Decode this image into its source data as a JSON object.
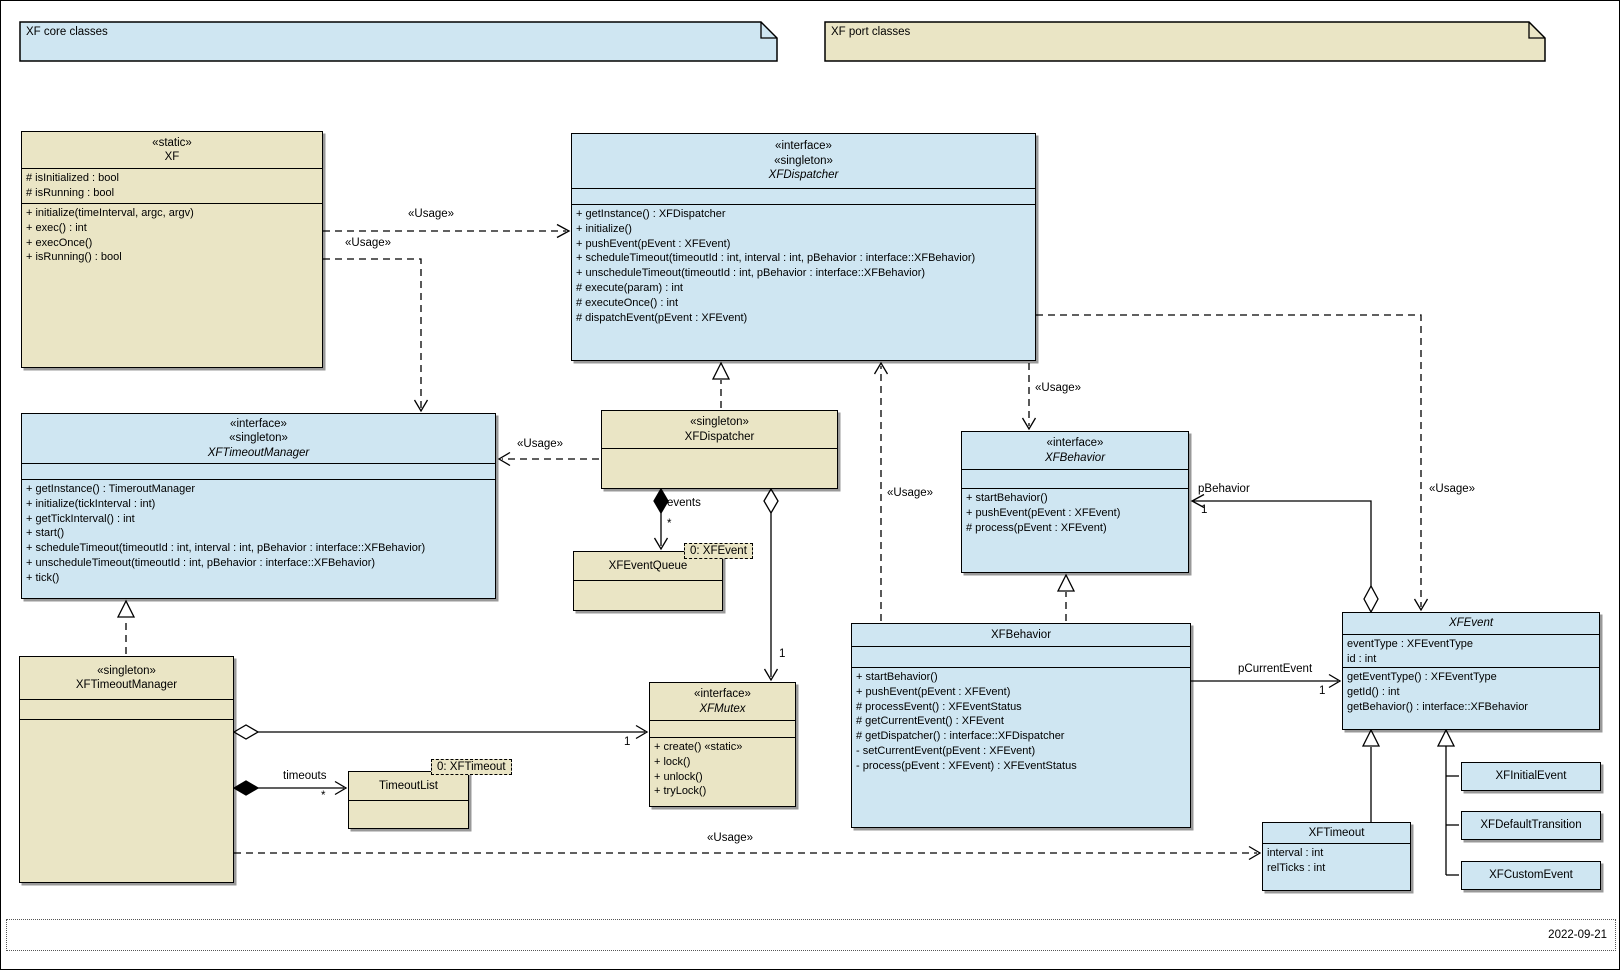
{
  "notes": {
    "core": "XF core classes",
    "port": "XF port classes"
  },
  "mini_notes": {
    "event_note": "0: XFEvent",
    "timeout_note": "0: XFTimeout"
  },
  "classes": {
    "xf": {
      "stereotypes": [
        "«static»"
      ],
      "name": "XF",
      "attributes": [
        "# isInitialized : bool",
        "# isRunning : bool"
      ],
      "methods": [
        "+ initialize(timeInterval, argc, argv)",
        "+ exec() : int",
        "+ execOnce()",
        "+ isRunning() : bool"
      ]
    },
    "xf_dispatcher_if": {
      "stereotypes": [
        "«interface»",
        "«singleton»"
      ],
      "name": "XFDispatcher",
      "attributes": [],
      "methods": [
        "+ getInstance() : XFDispatcher",
        "+ initialize()",
        "+ pushEvent(pEvent : XFEvent)",
        "+ scheduleTimeout(timeoutId : int, interval : int, pBehavior : interface::XFBehavior)",
        "+ unscheduleTimeout(timeoutId : int, pBehavior : interface::XFBehavior)",
        "# execute(param) : int",
        "# executeOnce() : int",
        "# dispatchEvent(pEvent : XFEvent)"
      ]
    },
    "xf_timeout_manager_if": {
      "stereotypes": [
        "«interface»",
        "«singleton»"
      ],
      "name": "XFTimeoutManager",
      "attributes": [],
      "methods": [
        "+ getInstance() : TimeroutManager",
        "+ initialize(tickInterval : int)",
        "+ getTickInterval() : int",
        "+ start()",
        "+ scheduleTimeout(timeoutId : int, interval : int, pBehavior : interface::XFBehavior)",
        "+ unscheduleTimeout(timeoutId : int, pBehavior : interface::XFBehavior)",
        "+ tick()"
      ]
    },
    "xf_dispatcher_singleton": {
      "stereotypes": [
        "«singleton»"
      ],
      "name": "XFDispatcher",
      "attributes": [],
      "methods": []
    },
    "xf_event_queue": {
      "stereotypes": [],
      "name": "XFEventQueue",
      "attributes": [],
      "methods": []
    },
    "xf_behavior_if": {
      "stereotypes": [
        "«interface»"
      ],
      "name": "XFBehavior",
      "attributes": [],
      "methods": [
        "+ startBehavior()",
        "+ pushEvent(pEvent : XFEvent)",
        "# process(pEvent : XFEvent)"
      ]
    },
    "xf_behavior": {
      "stereotypes": [],
      "name": "XFBehavior",
      "attributes": [],
      "methods": [
        "+ startBehavior()",
        "+ pushEvent(pEvent : XFEvent)",
        "# processEvent() : XFEventStatus",
        "# getCurrentEvent() : XFEvent",
        "# getDispatcher() : interface::XFDispatcher",
        "- setCurrentEvent(pEvent : XFEvent)",
        "- process(pEvent : XFEvent) : XFEventStatus"
      ]
    },
    "xf_event": {
      "stereotypes": [],
      "name": "XFEvent",
      "attributes": [
        "eventType : XFEventType",
        "id : int"
      ],
      "methods": [
        "getEventType() : XFEventType",
        "getId() : int",
        "getBehavior() : interface::XFBehavior"
      ]
    },
    "xf_mutex": {
      "stereotypes": [
        "«interface»"
      ],
      "name": "XFMutex",
      "attributes": [],
      "methods": [
        "+ create() «static»",
        "+ lock()",
        "+ unlock()",
        "+ tryLock()"
      ]
    },
    "xf_timeout_manager_singleton": {
      "stereotypes": [
        "«singleton»"
      ],
      "name": "XFTimeoutManager",
      "attributes": [],
      "methods": []
    },
    "timeout_list": {
      "stereotypes": [],
      "name": "TimeoutList",
      "attributes": [],
      "methods": []
    },
    "xf_timeout": {
      "stereotypes": [],
      "name": "XFTimeout",
      "attributes": [
        "interval : int",
        "relTicks : int"
      ],
      "methods": []
    },
    "xf_initial_event": {
      "stereotypes": [],
      "name": "XFInitialEvent",
      "attributes": [],
      "methods": []
    },
    "xf_default_transition": {
      "stereotypes": [],
      "name": "XFDefaultTransition",
      "attributes": [],
      "methods": []
    },
    "xf_custom_event": {
      "stereotypes": [],
      "name": "XFCustomEvent",
      "attributes": [],
      "methods": []
    }
  },
  "relations": {
    "usage": "«Usage»",
    "events": "events",
    "timeouts": "timeouts",
    "p_behavior": "pBehavior",
    "p_current_event": "pCurrentEvent",
    "many": "*",
    "one": "1"
  },
  "footer": {
    "date": "2022-09-21"
  },
  "colors": {
    "core_fill": "#cfe6f2",
    "port_fill": "#eae5c5",
    "line": "#000000"
  }
}
